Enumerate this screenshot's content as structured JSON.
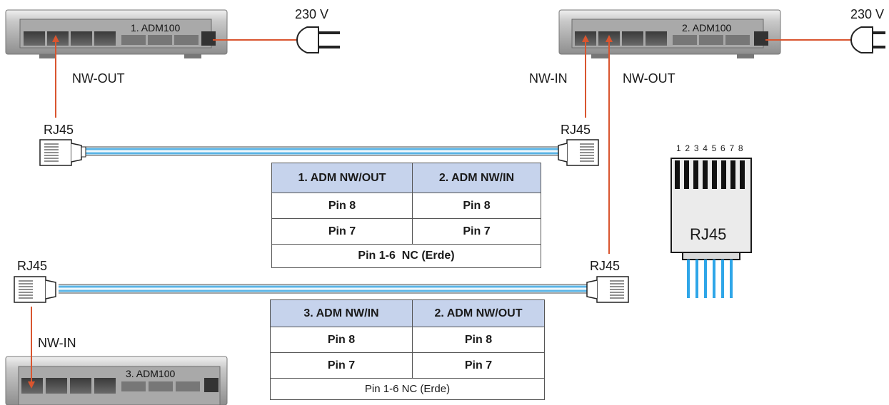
{
  "devices": [
    {
      "name": "1. ADM100",
      "power": "230 V"
    },
    {
      "name": "2. ADM100",
      "power": "230 V"
    },
    {
      "name": "3. ADM100"
    }
  ],
  "labels": {
    "nw_out_1": "NW-OUT",
    "nw_in_2": "NW-IN",
    "nw_out_2": "NW-OUT",
    "nw_in_3": "NW-IN",
    "rj45": "RJ45"
  },
  "table1": {
    "headers": [
      "1. ADM NW/OUT",
      "2. ADM NW/IN"
    ],
    "rows": [
      [
        "Pin 8",
        "Pin 8"
      ],
      [
        "Pin 7",
        "Pin 7"
      ]
    ],
    "footer_a": "Pin 1-6",
    "footer_b": "NC (Erde)"
  },
  "table2": {
    "headers": [
      "3. ADM NW/IN",
      "2. ADM NW/OUT"
    ],
    "rows": [
      [
        "Pin 8",
        "Pin 8"
      ],
      [
        "Pin 7",
        "Pin 7"
      ]
    ],
    "footer": "Pin 1-6 NC (Erde)"
  },
  "rj45_detail": {
    "pin_numbers": "1 2 3 4 5 6 7 8",
    "label": "RJ45"
  },
  "colors": {
    "arrow": "#d9552f",
    "cable": "#5ab4e6",
    "table_header": "#c6d3ec"
  }
}
